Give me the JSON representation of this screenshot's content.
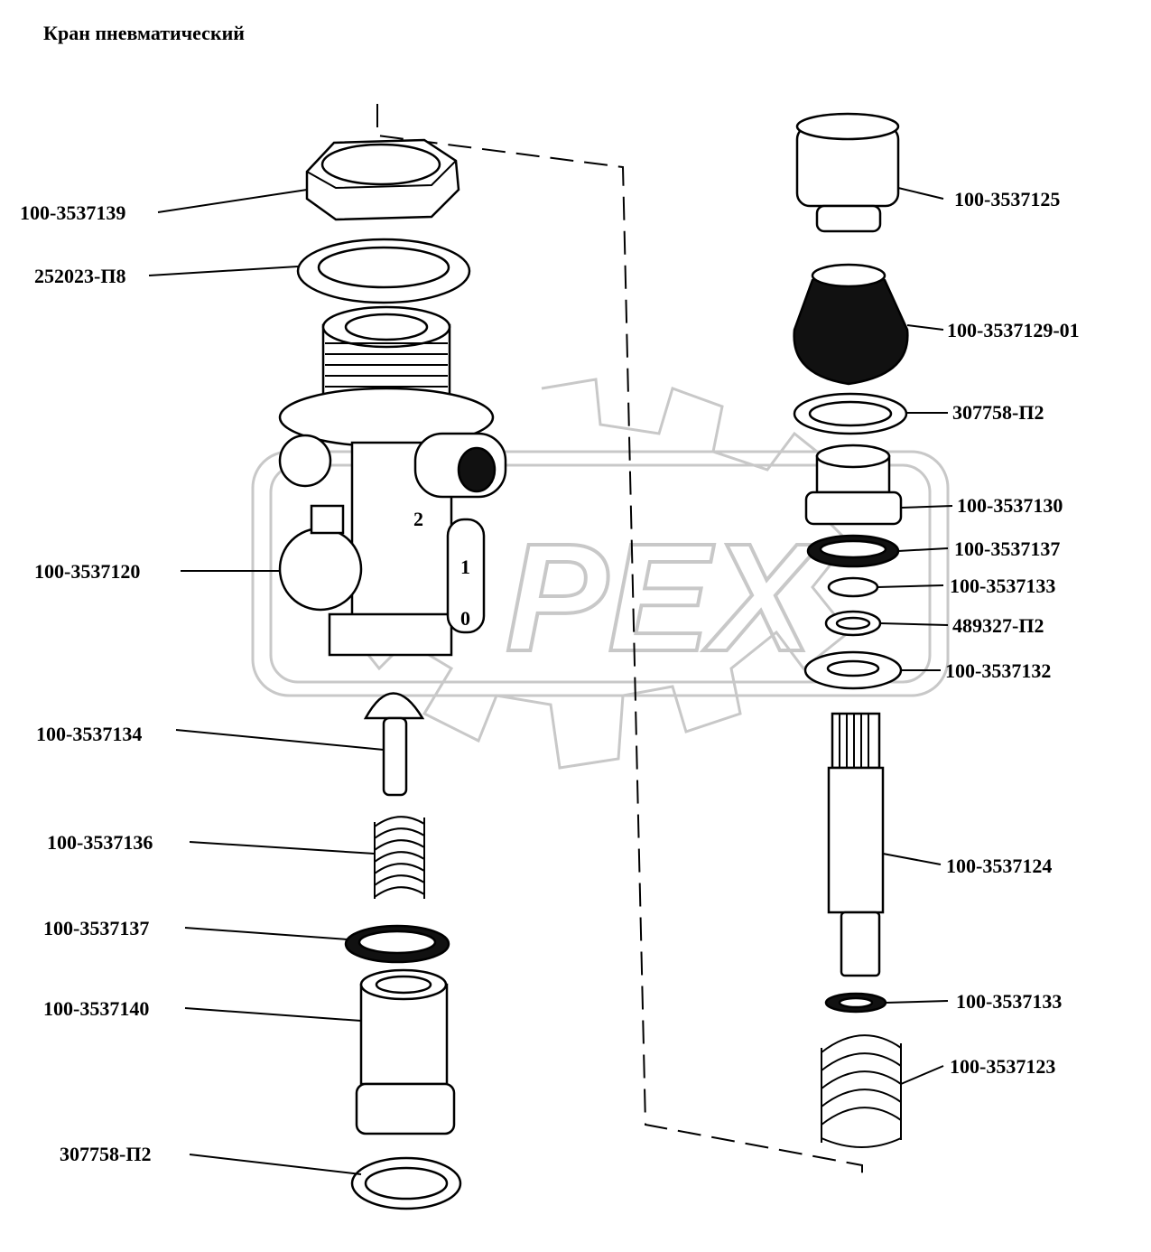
{
  "title": "Кран пневматический",
  "watermark": "PEX",
  "labels": [
    {
      "id": "l1",
      "text": "100-3537139"
    },
    {
      "id": "l2",
      "text": "252023-П8"
    },
    {
      "id": "l3",
      "text": "100-3537120"
    },
    {
      "id": "l4",
      "text": "100-3537134"
    },
    {
      "id": "l5",
      "text": "100-3537136"
    },
    {
      "id": "l6",
      "text": "100-3537137"
    },
    {
      "id": "l7",
      "text": "100-3537140"
    },
    {
      "id": "l8",
      "text": "307758-П2"
    },
    {
      "id": "r1",
      "text": "100-3537125"
    },
    {
      "id": "r2",
      "text": "100-3537129-01"
    },
    {
      "id": "r3",
      "text": "307758-П2"
    },
    {
      "id": "r4",
      "text": "100-3537130"
    },
    {
      "id": "r5",
      "text": "100-3537137"
    },
    {
      "id": "r6",
      "text": "100-3537133"
    },
    {
      "id": "r7",
      "text": "489327-П2"
    },
    {
      "id": "r8",
      "text": "100-3537132"
    },
    {
      "id": "r9",
      "text": "100-3537124"
    },
    {
      "id": "r10",
      "text": "100-3537133"
    },
    {
      "id": "r11",
      "text": "100-3537123"
    }
  ],
  "port_marks": [
    "2",
    "1",
    "0"
  ]
}
